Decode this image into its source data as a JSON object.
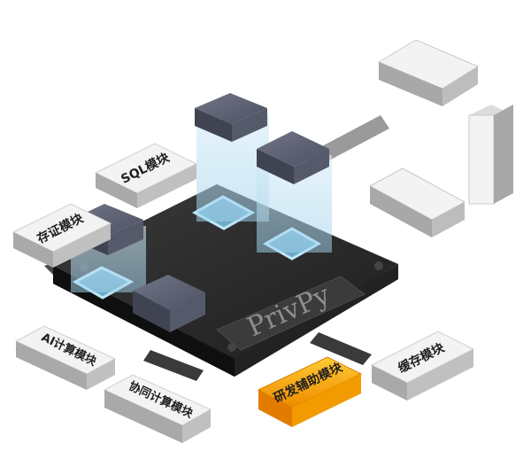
{
  "board": {
    "logo": "PrivPy"
  },
  "modules": {
    "sql": "SQL模块",
    "evidence": "存证模块",
    "ai_compute": "AI计算模块",
    "collab_compute": "协同计算模块",
    "rd_assist": "研发辅助模块",
    "cache": "缓存模块"
  },
  "colors": {
    "board": "#2b2b2b",
    "module_face": "#f1f1f1",
    "module_side": "#a9a9a9",
    "highlight_module": "#f6a700",
    "cube_top": "#5f6375",
    "glass": "#bfe0f2",
    "socket_glow": "#8fd3f0"
  }
}
